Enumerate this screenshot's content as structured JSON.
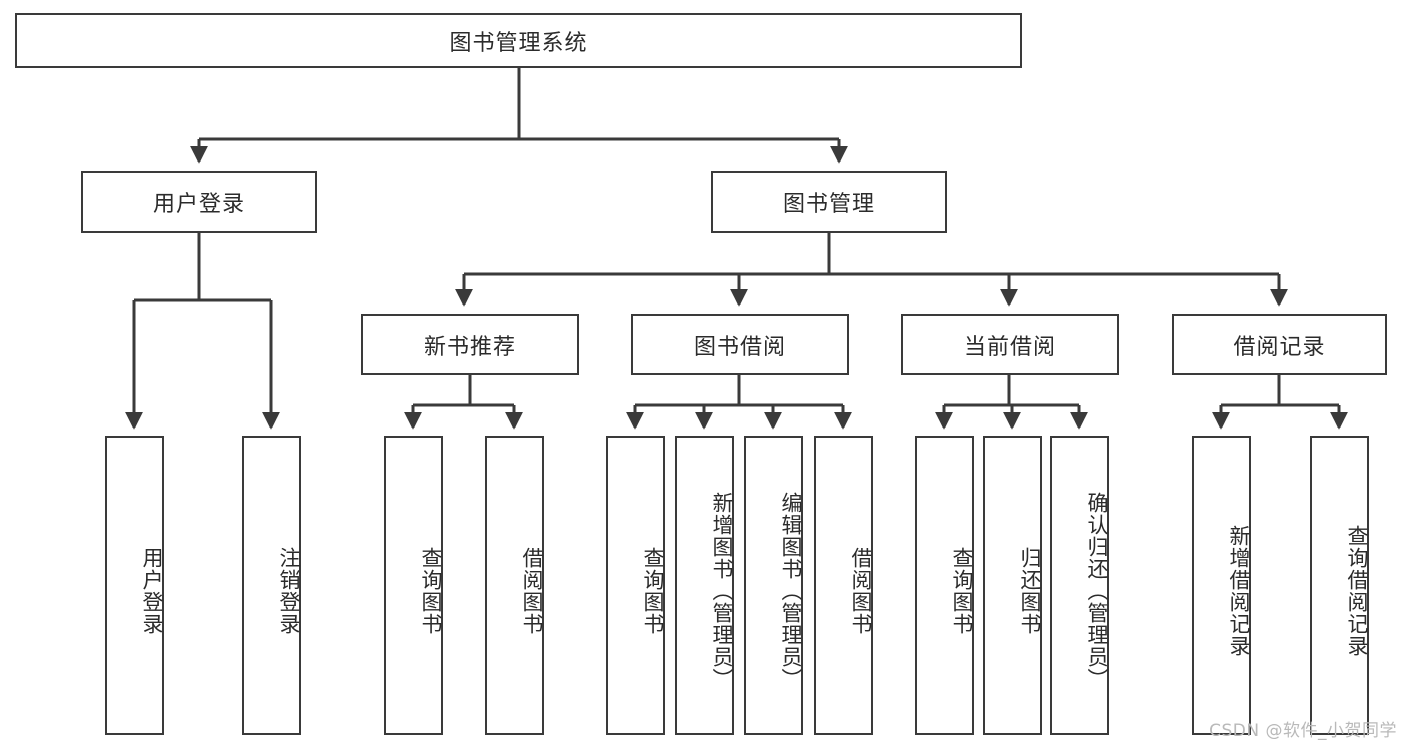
{
  "diagram": {
    "type": "tree-hierarchy",
    "title": "图书管理系统",
    "root": {
      "id": "root",
      "label": "图书管理系统",
      "orientation": "horizontal"
    },
    "level2": [
      {
        "id": "user-login",
        "label": "用户登录",
        "orientation": "horizontal"
      },
      {
        "id": "book-manage",
        "label": "图书管理",
        "orientation": "horizontal"
      }
    ],
    "level3": [
      {
        "id": "new-book-recommend",
        "label": "新书推荐",
        "orientation": "horizontal",
        "parent": "book-manage"
      },
      {
        "id": "book-borrow",
        "label": "图书借阅",
        "orientation": "horizontal",
        "parent": "book-manage"
      },
      {
        "id": "current-borrow",
        "label": "当前借阅",
        "orientation": "horizontal",
        "parent": "book-manage"
      },
      {
        "id": "borrow-record",
        "label": "借阅记录",
        "orientation": "horizontal",
        "parent": "book-manage"
      }
    ],
    "leaves": [
      {
        "id": "leaf-user-login",
        "label": "用户登录",
        "parent": "user-login",
        "orientation": "vertical"
      },
      {
        "id": "leaf-logout-login",
        "label": "注销登录",
        "parent": "user-login",
        "orientation": "vertical"
      },
      {
        "id": "leaf-query-book-1",
        "label": "查询图书",
        "parent": "new-book-recommend",
        "orientation": "vertical"
      },
      {
        "id": "leaf-borrow-book-1",
        "label": "借阅图书",
        "parent": "new-book-recommend",
        "orientation": "vertical"
      },
      {
        "id": "leaf-query-book-2",
        "label": "查询图书",
        "parent": "book-borrow",
        "orientation": "vertical"
      },
      {
        "id": "leaf-add-book",
        "label": "新增图书（管理员）",
        "parent": "book-borrow",
        "orientation": "vertical"
      },
      {
        "id": "leaf-edit-book",
        "label": "编辑图书（管理员）",
        "parent": "book-borrow",
        "orientation": "vertical"
      },
      {
        "id": "leaf-borrow-book-2",
        "label": "借阅图书",
        "parent": "book-borrow",
        "orientation": "vertical"
      },
      {
        "id": "leaf-query-book-3",
        "label": "查询图书",
        "parent": "current-borrow",
        "orientation": "vertical"
      },
      {
        "id": "leaf-return-book",
        "label": "归还图书",
        "parent": "current-borrow",
        "orientation": "vertical"
      },
      {
        "id": "leaf-confirm-return",
        "label": "确认归还（管理员）",
        "parent": "current-borrow",
        "orientation": "vertical"
      },
      {
        "id": "leaf-add-record",
        "label": "新增借阅记录",
        "parent": "borrow-record",
        "orientation": "vertical"
      },
      {
        "id": "leaf-query-record",
        "label": "查询借阅记录",
        "parent": "borrow-record",
        "orientation": "vertical"
      }
    ],
    "colors": {
      "stroke": "#3a3a3a",
      "fill": "#ffffff",
      "text": "#2b2b2b",
      "watermark": "#b9b9b9"
    }
  },
  "watermark": {
    "text": "CSDN @软件_小贺同学"
  }
}
